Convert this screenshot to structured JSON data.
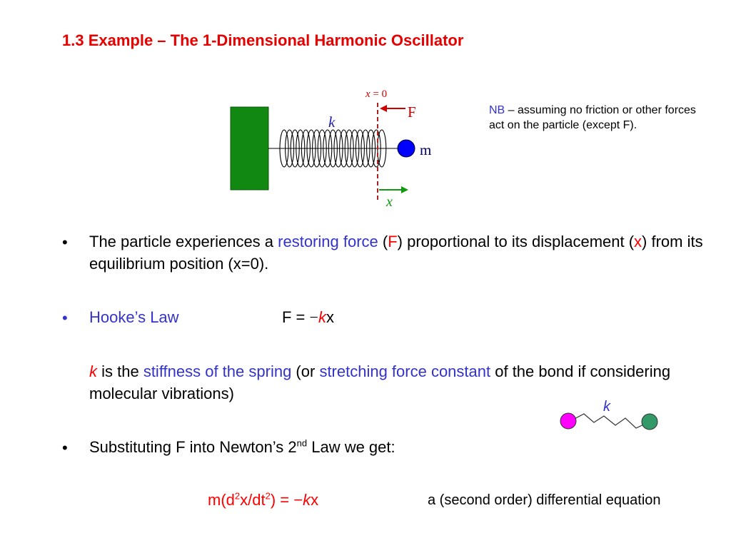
{
  "title": "1.3 Example – The 1-Dimensional Harmonic Oscillator",
  "diagram": {
    "x0_label_var": "x",
    "x0_label_rest": " = 0",
    "force_label": "F",
    "spring_label": "k",
    "mass_label": "m",
    "axis_label": "x",
    "colors": {
      "wall": "#118811",
      "mass": "#0000ff",
      "dash": "#aa2222",
      "arrow_axis": "#119911",
      "force_arrow": "#cc0000"
    }
  },
  "note": {
    "nb": "NB",
    "rest": " – assuming no friction or other forces act on the particle (except F)."
  },
  "bullet1": {
    "p1": "The particle experiences a ",
    "restoring": "restoring force",
    "p2": " (",
    "F": "F",
    "p3": ") proportional to its displacement (",
    "x": "x",
    "p4": ") from its equilibrium position (x=0)."
  },
  "bullet2": {
    "label": "Hooke’s Law",
    "eq_F": "F = ",
    "eq_minus": "−",
    "eq_k": "k",
    "eq_x": "x"
  },
  "stiffness": {
    "k": "k",
    "p1": " is the ",
    "stiffness": "stiffness of the spring",
    "p2": " (or ",
    "sfc": "stretching force constant",
    "p3": " of the bond if considering molecular vibrations)"
  },
  "molecule": {
    "k_label": "k",
    "colors": {
      "atom1": "#ff00ff",
      "atom2": "#339966"
    }
  },
  "bullet3": {
    "p1": "Substituting F into Newton’s 2",
    "sup": "nd",
    "p2": " Law we get:"
  },
  "final_eq": {
    "a": "m(d",
    "sup1": "2",
    "b": "x/dt",
    "sup2": "2",
    "c": ") = −",
    "k": "k",
    "d": "x"
  },
  "final_note": "a (second order) differential equation",
  "bullet_char": "•"
}
